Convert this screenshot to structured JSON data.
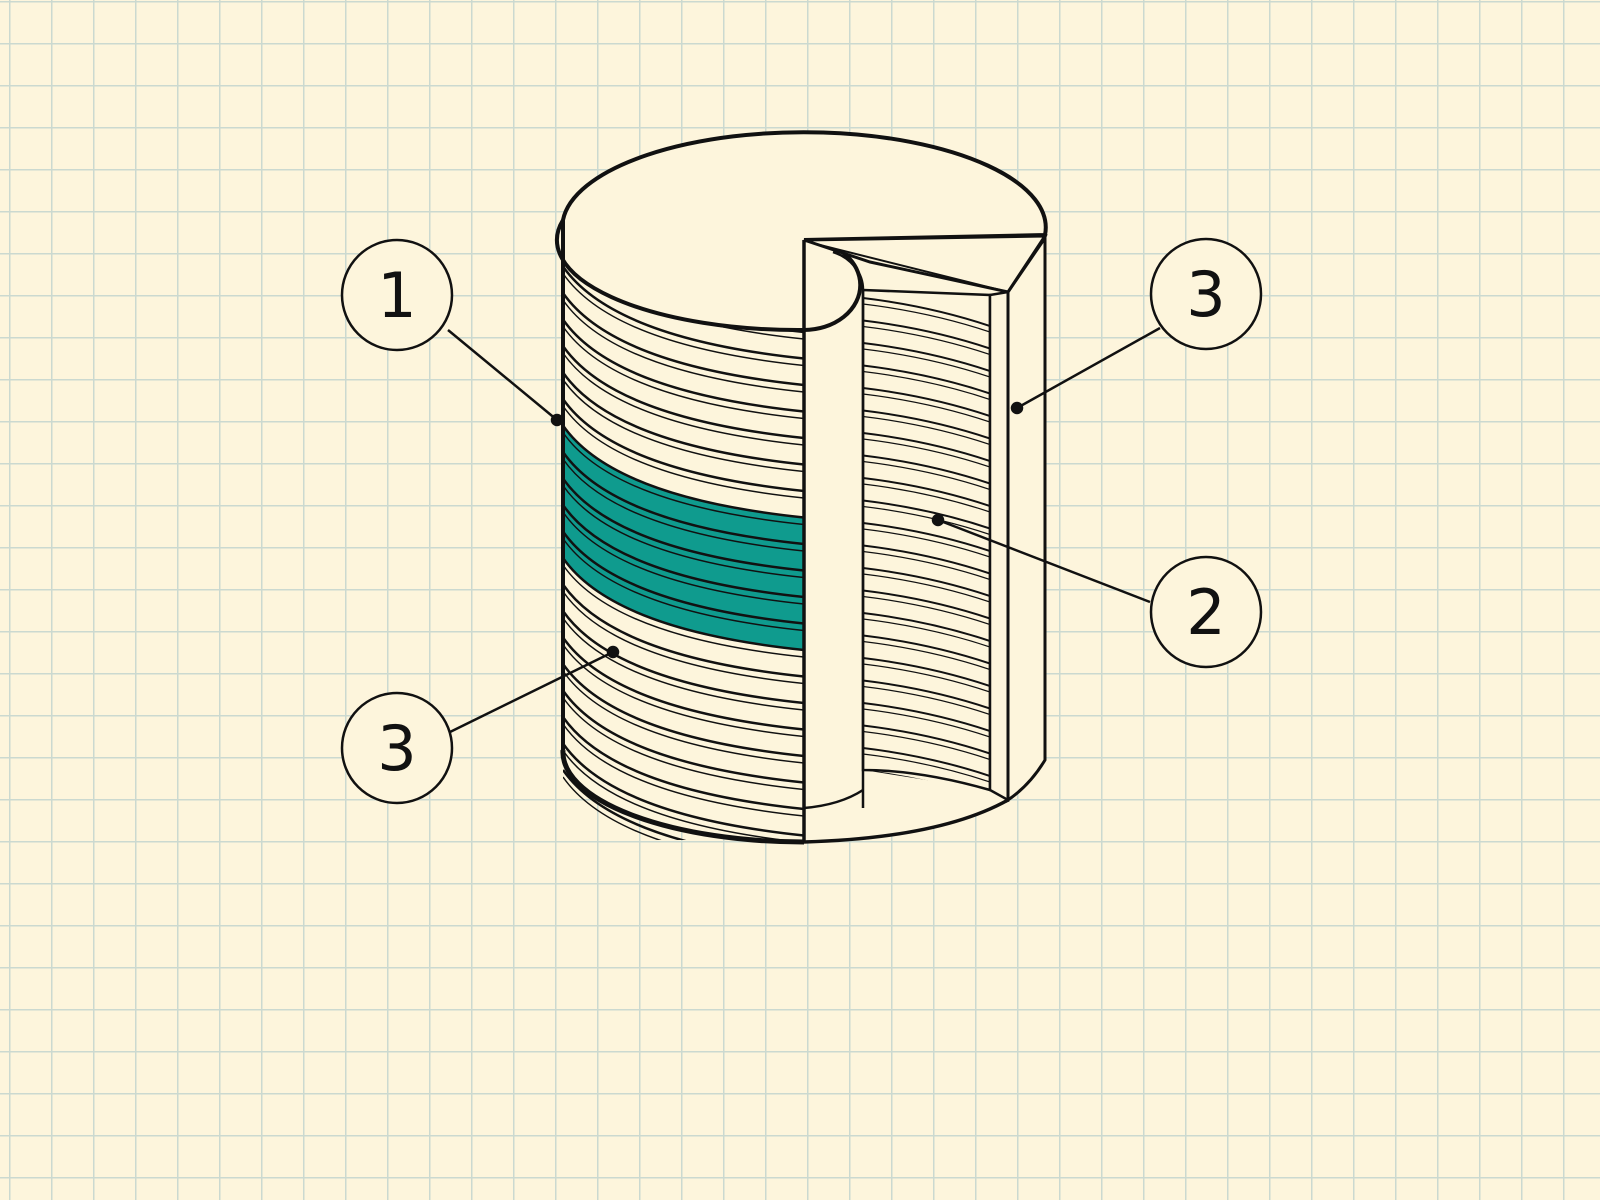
{
  "diagram": {
    "colors": {
      "paper": "#fdf5dc",
      "grid": "#cbd9d0",
      "outline": "#111111",
      "highlight": "#0f9b8e"
    },
    "callouts": [
      {
        "label": "1",
        "target": "outer-layer-highlighted-band"
      },
      {
        "label": "2",
        "target": "inner-layered-wall"
      },
      {
        "label": "3",
        "target": "outer-layered-wall"
      },
      {
        "label": "3",
        "target": "cut-edge-wall"
      }
    ]
  }
}
